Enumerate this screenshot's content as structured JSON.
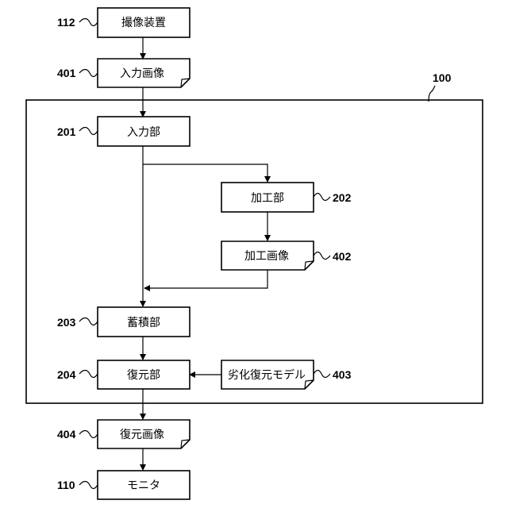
{
  "diagram": {
    "system": {
      "ref": "100"
    },
    "nodes": {
      "camera": {
        "label": "撮像装置",
        "ref": "112"
      },
      "input_image": {
        "label": "入力画像",
        "ref": "401"
      },
      "input_unit": {
        "label": "入力部",
        "ref": "201"
      },
      "processing_unit": {
        "label": "加工部",
        "ref": "202"
      },
      "processed_image": {
        "label": "加工画像",
        "ref": "402"
      },
      "storage_unit": {
        "label": "蓄積部",
        "ref": "203"
      },
      "restoration_unit": {
        "label": "復元部",
        "ref": "204"
      },
      "degradation_model": {
        "label": "劣化復元モデル",
        "ref": "403"
      },
      "restored_image": {
        "label": "復元画像",
        "ref": "404"
      },
      "monitor": {
        "label": "モニタ",
        "ref": "110"
      }
    }
  }
}
